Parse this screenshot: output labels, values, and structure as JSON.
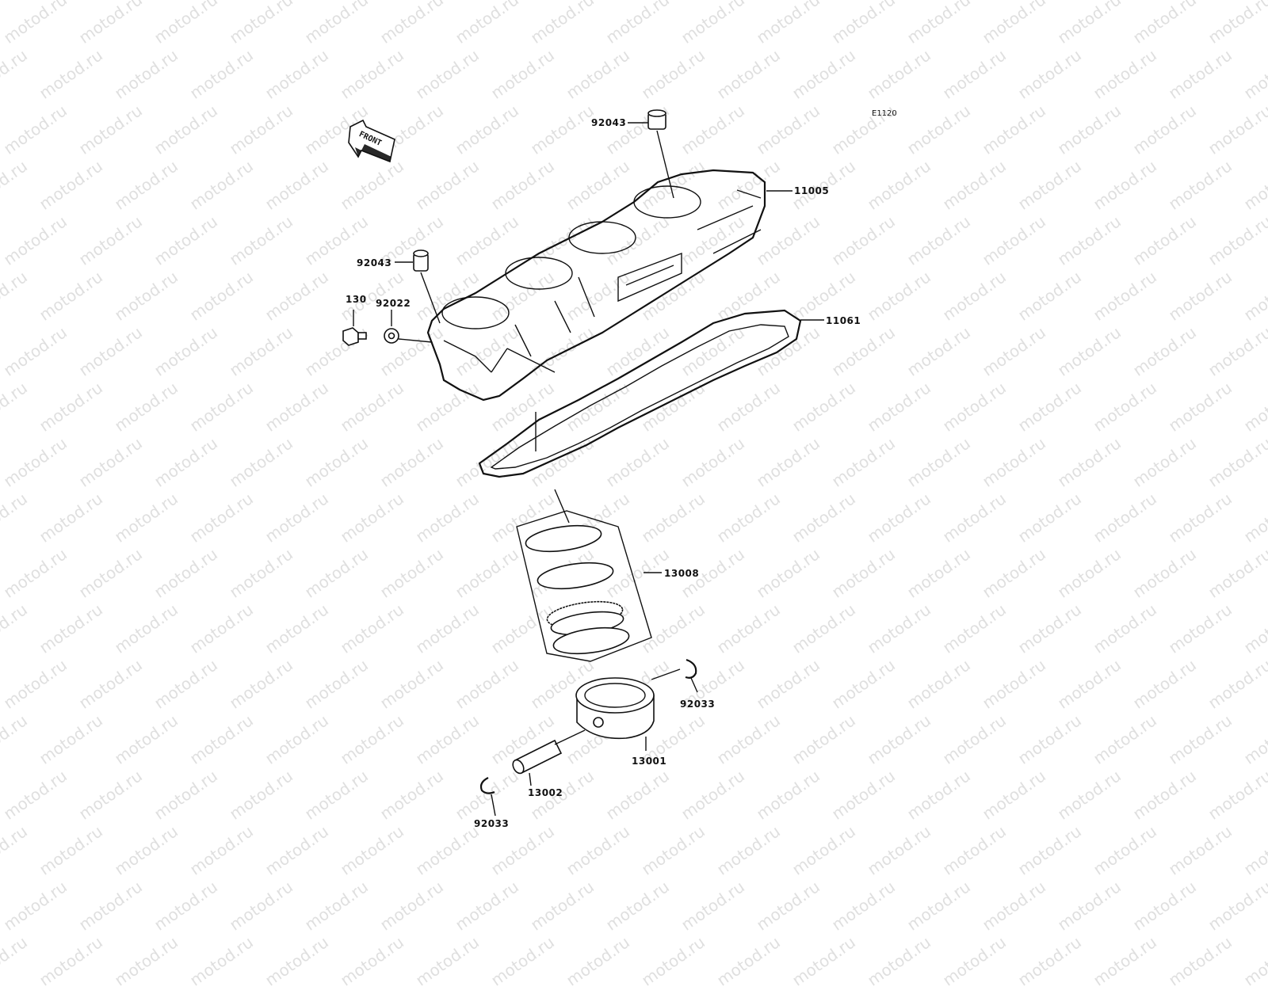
{
  "diagram": {
    "code": "E1120",
    "front_label": "FRONT",
    "watermark": "motod.ru",
    "parts": [
      {
        "id": "92043-top",
        "number": "92043"
      },
      {
        "id": "11005",
        "number": "11005"
      },
      {
        "id": "92043-left",
        "number": "92043"
      },
      {
        "id": "130",
        "number": "130"
      },
      {
        "id": "92022",
        "number": "92022"
      },
      {
        "id": "11061",
        "number": "11061"
      },
      {
        "id": "13008",
        "number": "13008"
      },
      {
        "id": "92033-right",
        "number": "92033"
      },
      {
        "id": "13001",
        "number": "13001"
      },
      {
        "id": "13002",
        "number": "13002"
      },
      {
        "id": "92033-bottom",
        "number": "92033"
      }
    ]
  }
}
